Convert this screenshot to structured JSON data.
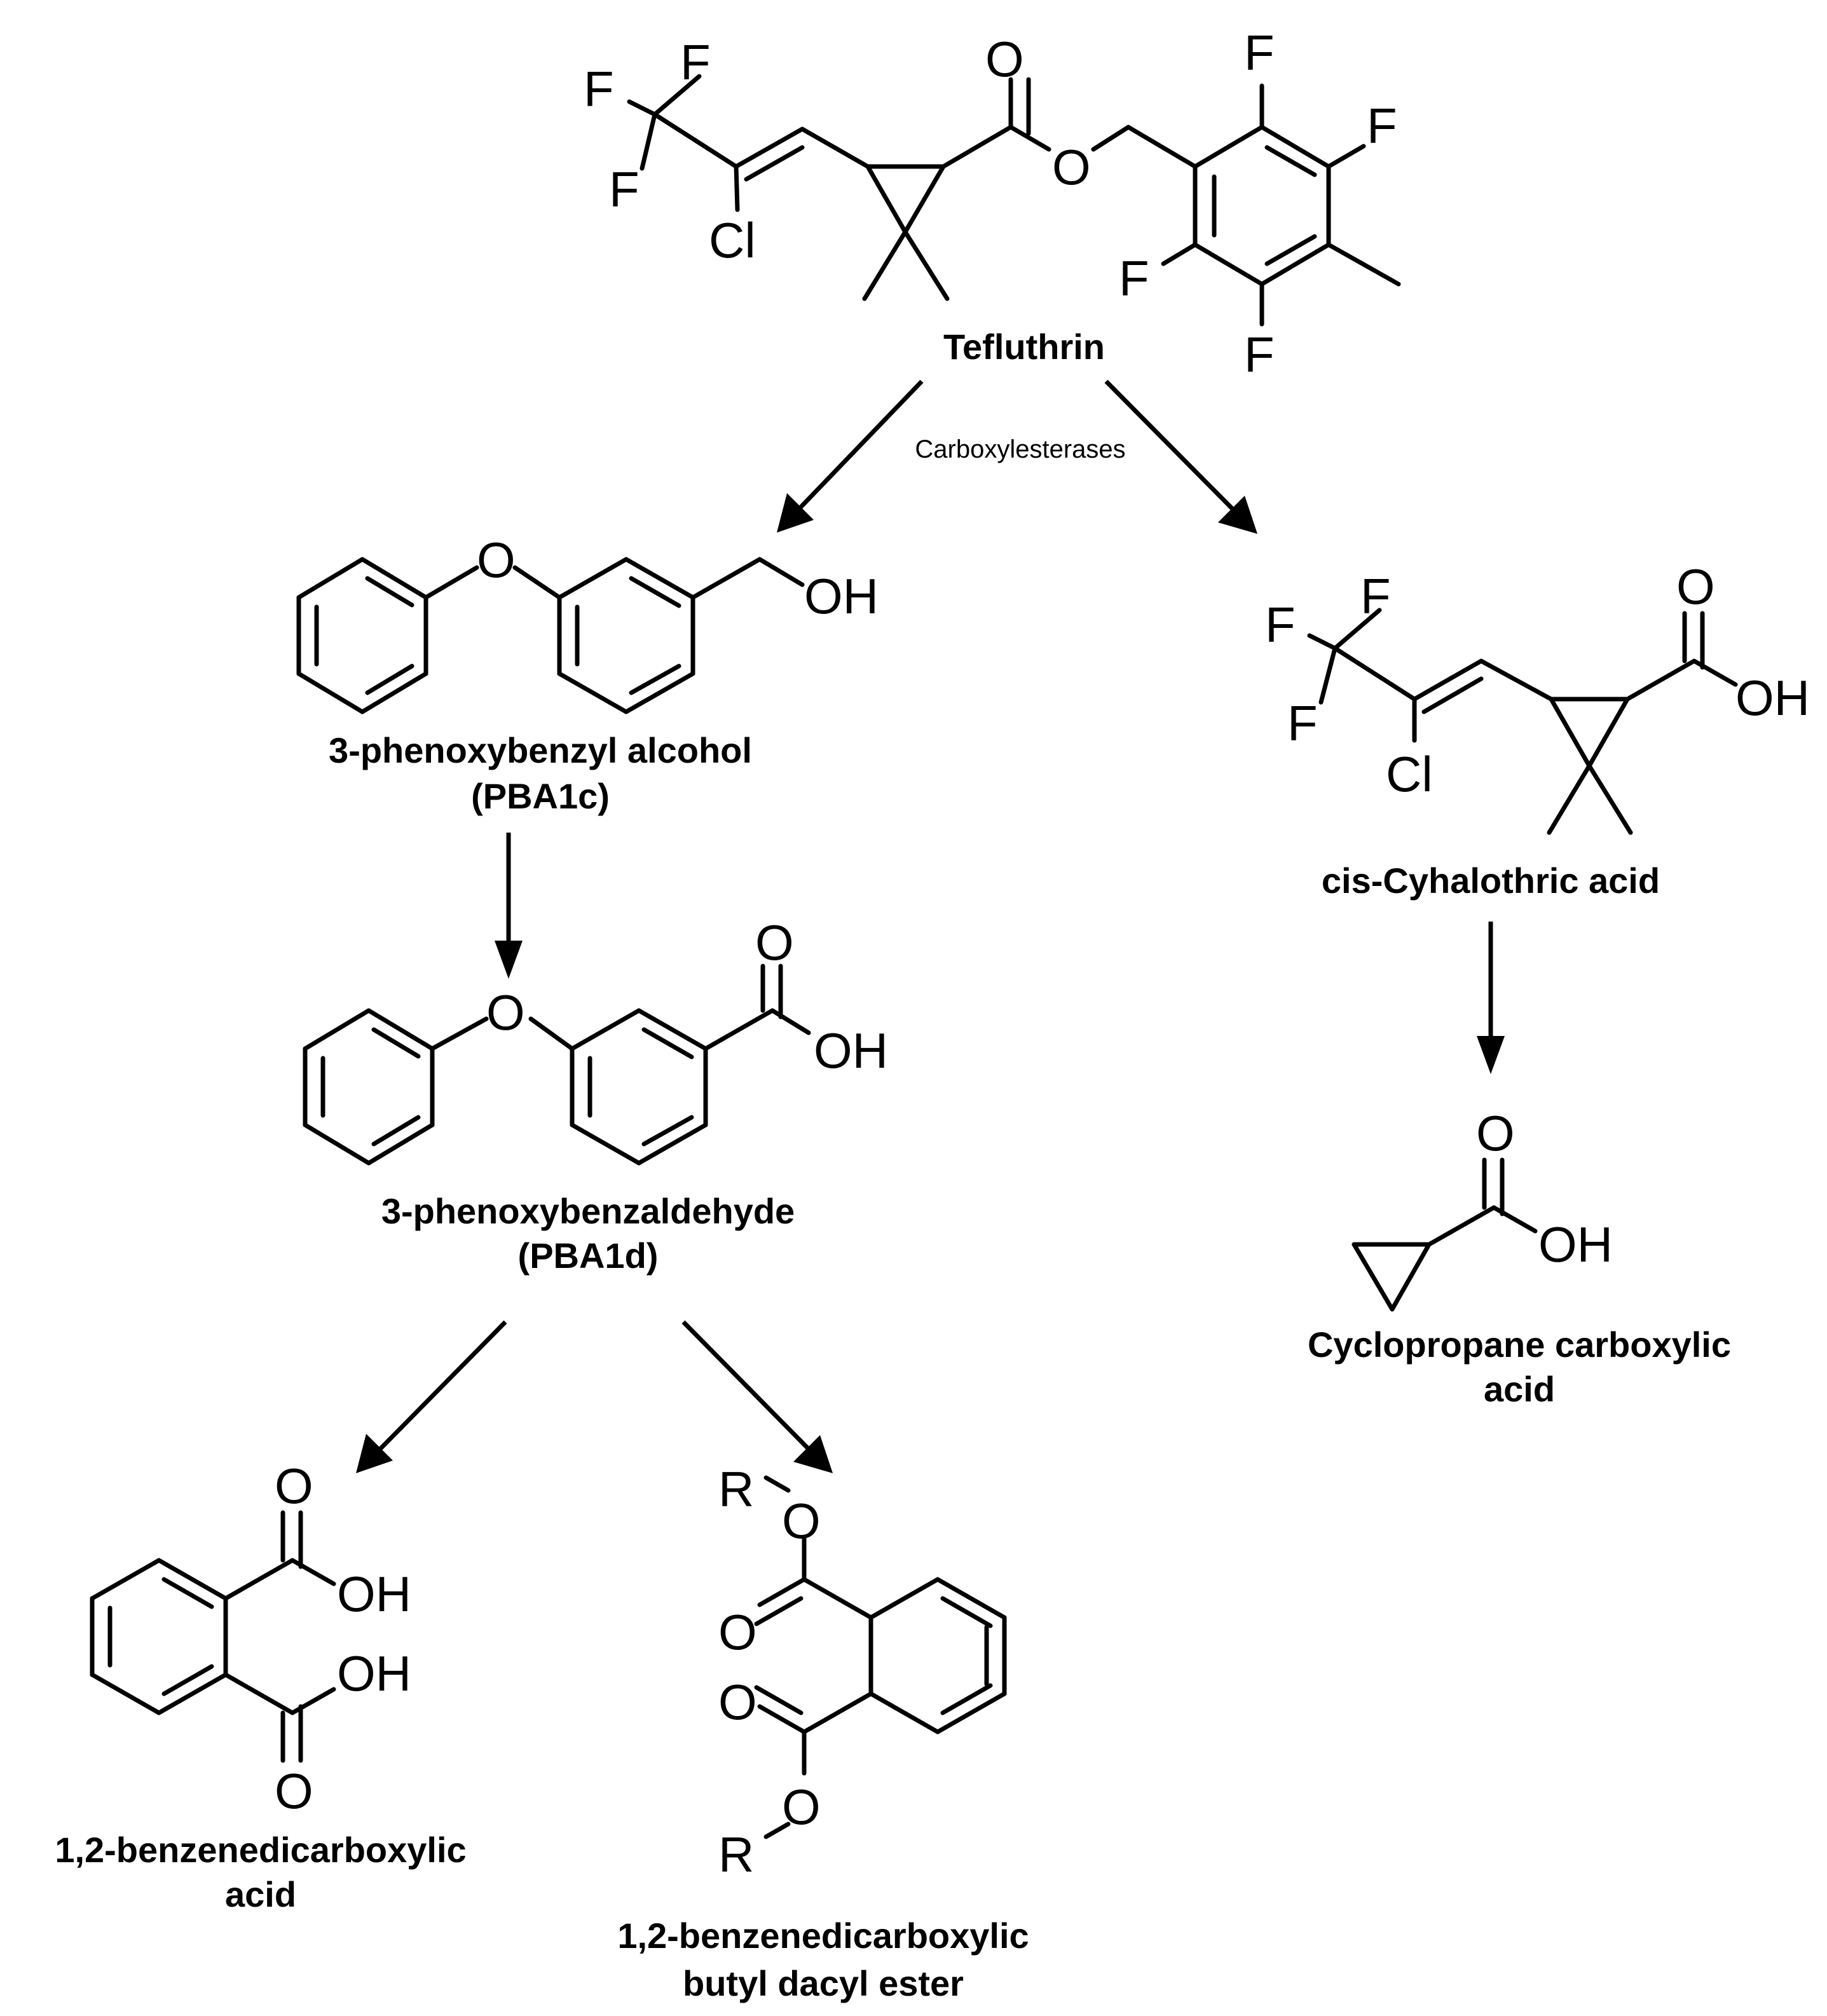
{
  "enzyme_label": "Carboxylesterases",
  "compounds": {
    "tefluthrin": {
      "name": "Tefluthrin"
    },
    "pba1c": {
      "name": "3-phenoxybenzyl alcohol",
      "code": "(PBA1c)"
    },
    "pba1d": {
      "name": "3-phenoxybenzaldehyde",
      "code": "(PBA1d)"
    },
    "cyhalothric": {
      "name": "cis-Cyhalothric acid"
    },
    "cyclopropane": {
      "name_line1": "Cyclopropane carboxylic",
      "name_line2": "acid"
    },
    "benzenedicarboxylic": {
      "name_line1": "1,2-benzenedicarboxylic",
      "name_line2": "acid"
    },
    "ester": {
      "name_line1": "1,2-benzenedicarboxylic",
      "name_line2": "butyl dacyl ester"
    }
  },
  "atoms": {
    "F": "F",
    "Cl": "Cl",
    "O": "O",
    "OH": "OH",
    "R": "R"
  }
}
